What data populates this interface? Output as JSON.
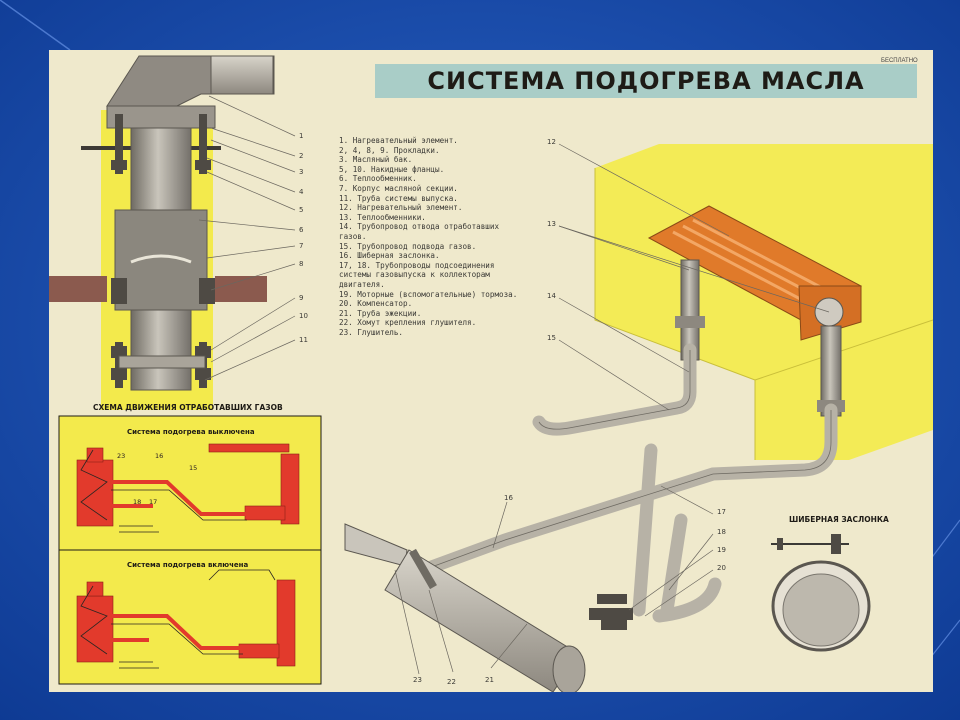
{
  "title": "СИСТЕМА ПОДОГРЕВА МАСЛА",
  "corner_text": "БЕСПЛАТНО",
  "captions": {
    "exhaust_flow_scheme": "СХЕМА ДВИЖЕНИЯ ОТРАБОТАВШИХ ГАЗОВ",
    "heating_off": "Система подогрева выключена",
    "heating_on": "Система подогрева включена",
    "damper": "ШИБЕРНАЯ ЗАСЛОНКА"
  },
  "legend": [
    "1. Нагревательный элемент.",
    "2, 4, 8, 9. Прокладки.",
    "3. Масляный бак.",
    "5, 10. Накидные фланцы.",
    "6. Теплообменник.",
    "7. Корпус масляной секции.",
    "11. Труба системы выпуска.",
    "12. Нагревательный элемент.",
    "13. Теплообменники.",
    "14. Трубопровод отвода отработавших",
    "газов.",
    "15. Трубопровод подвода газов.",
    "16. Шиберная заслонка.",
    "17, 18. Трубопроводы подсоединения",
    "системы газовыпуска к коллекторам",
    "двигателя.",
    "19. Моторные (вспомогательные) тормоза.",
    "20. Компенсатор.",
    "21. Труба эжекции.",
    "22. Хомут крепления глушителя.",
    "23. Глушитель."
  ],
  "left_callouts": [
    "1",
    "2",
    "3",
    "4",
    "5",
    "6",
    "7",
    "8",
    "9",
    "10",
    "11"
  ],
  "assembly_callouts": {
    "c12": "12",
    "c13": "13",
    "c14": "14",
    "c15": "15",
    "c16": "16",
    "c17": "17",
    "c18": "18",
    "c19": "19",
    "c20": "20",
    "c21": "21",
    "c22": "22",
    "c23": "23"
  },
  "scheme_off_callouts": {
    "c23": "23",
    "c16": "16",
    "c15": "15",
    "c18": "18",
    "c17": "17"
  },
  "colors": {
    "slide_blue": "#1747a6",
    "paper": "#efe9cc",
    "title_band": "#a9cdc7",
    "oil_tank": "#f3ea4c",
    "heater": "#e07a2a",
    "scheme_red": "#e23a2c",
    "pipe_grey": "#b7b2a6"
  }
}
